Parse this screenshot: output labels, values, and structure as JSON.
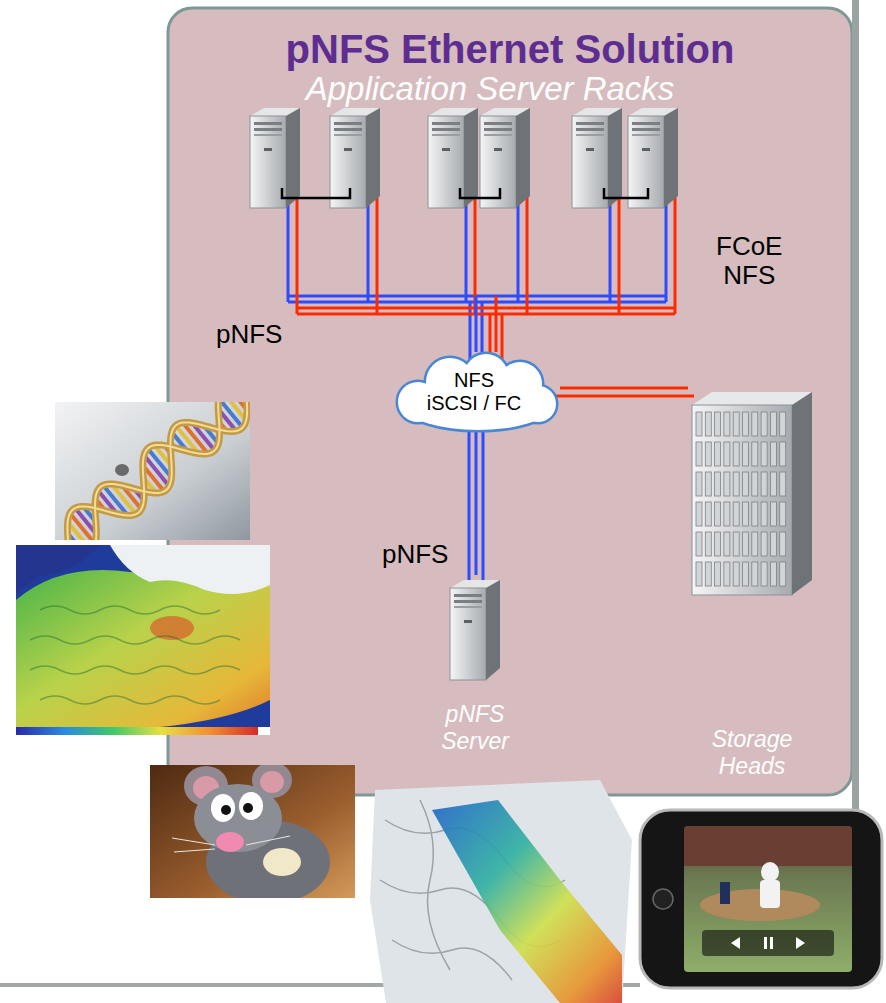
{
  "diagram": {
    "nodes": [
      {
        "text": [
          "pNFS Ethernet Solution"
        ]
      },
      {
        "text": [
          "Application Server Racks"
        ],
        "in": 0
      },
      {
        "text": [
          "NFS",
          "iSCSI / FC"
        ],
        "in": 0
      },
      {
        "text": [
          "Storage Heads"
        ],
        "in": 0
      },
      {
        "text": [
          "pNFS Server"
        ],
        "in": 0
      }
    ],
    "edges": [
      {
        "from": 1,
        "to": 2,
        "arrow": "none",
        "label": "pNFS"
      },
      {
        "from": 1,
        "to": 2,
        "arrow": "none",
        "label": "FCoE NFS"
      },
      {
        "from": 2,
        "to": 3,
        "arrow": "none"
      },
      {
        "from": 2,
        "to": 4,
        "arrow": "none",
        "label": "pNFS"
      }
    ]
  }
}
